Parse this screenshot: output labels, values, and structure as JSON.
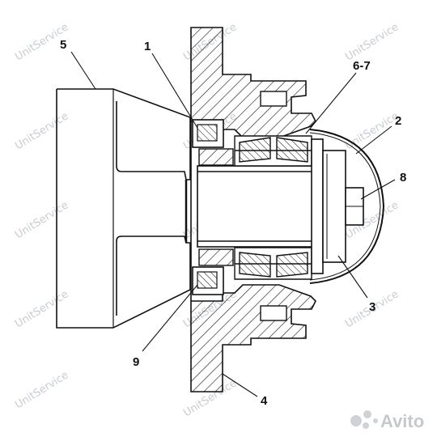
{
  "callouts": {
    "c1": "1",
    "c2": "2",
    "c3": "3",
    "c4": "4",
    "c5": "5",
    "c67": "6-7",
    "c8": "8",
    "c9": "9"
  },
  "watermark": {
    "text": "UnitService",
    "logo": "Avito"
  },
  "colors": {
    "line": "#111111",
    "hatch": "#111111",
    "background": "#ffffff",
    "watermark": "#9aa4ae"
  }
}
